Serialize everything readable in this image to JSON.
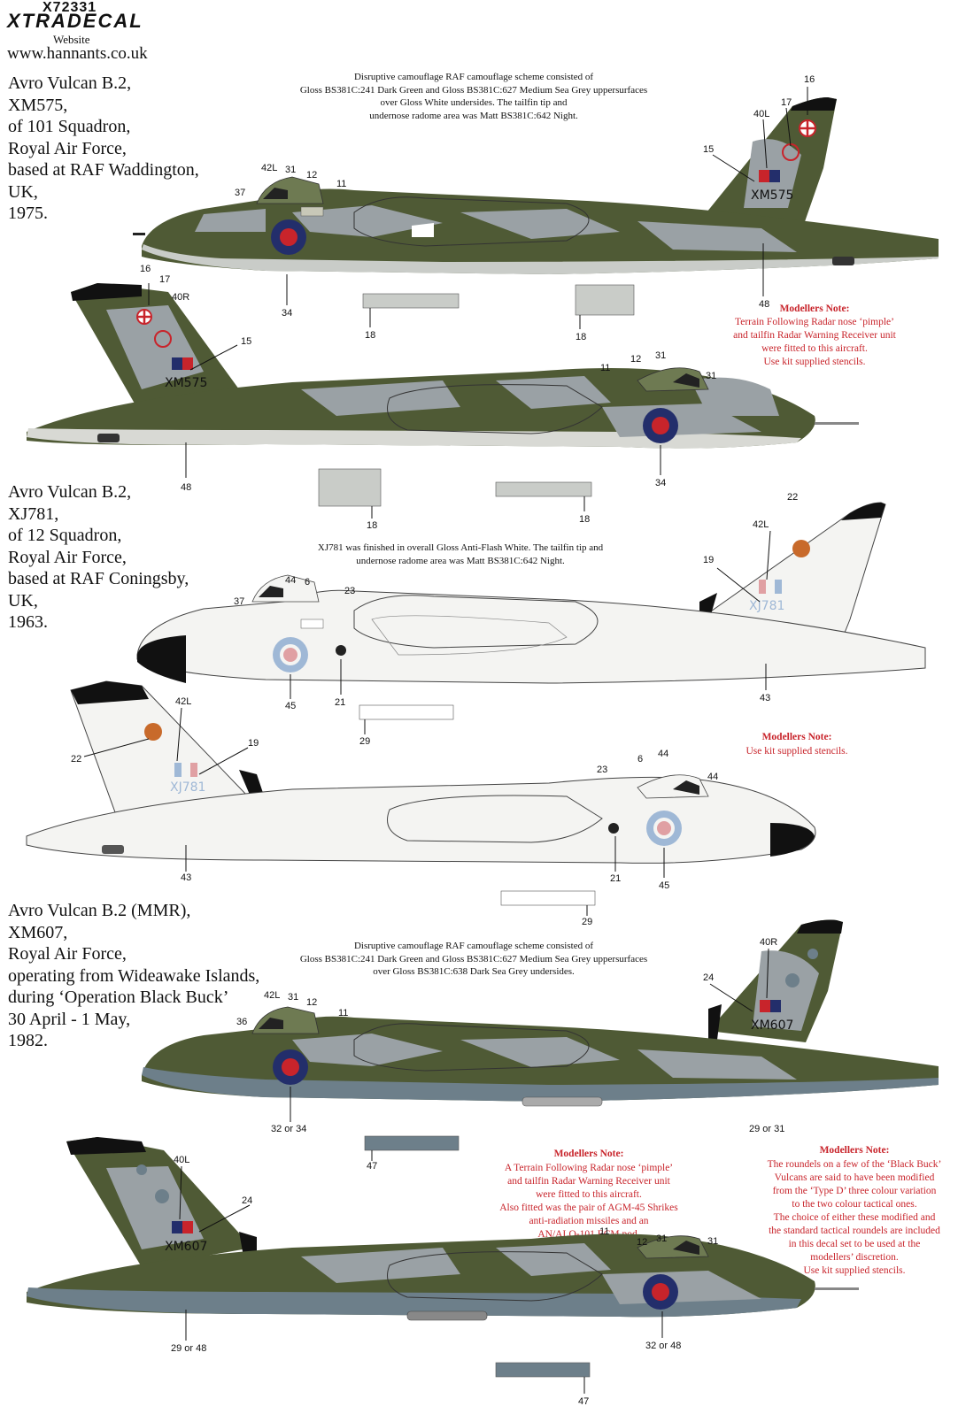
{
  "header": {
    "product_code": "X72331",
    "brand": "XTRADECAL",
    "website_label": "Website",
    "url": "www.hannants.co.uk"
  },
  "sections": [
    {
      "title": "Avro Vulcan B.2,\nXM575,\nof 101 Squadron,\nRoyal Air Force,\nbased at RAF Waddington,\nUK,\n1975.",
      "caption": "Disruptive camouflage RAF camouflage scheme consisted of\nGloss BS381C:241 Dark Green and Gloss BS381C:627 Medium Sea Grey uppersurfaces\nover Gloss White undersides. The tailfin tip and\nundernose radome area was Matt BS381C:642 Night.",
      "serial": "XM575",
      "note_title": "Modellers Note:",
      "note_body": "Terrain Following Radar nose ‘pimple’\nand tailfin Radar Warning Receiver unit\nwere fitted to this aircraft.\nUse kit supplied stencils."
    },
    {
      "title": "Avro Vulcan B.2,\nXJ781,\nof 12 Squadron,\nRoyal Air Force,\nbased at RAF Coningsby,\nUK,\n1963.",
      "caption": "XJ781 was finished in overall Gloss Anti-Flash White. The tailfin tip and\nundernose radome area was Matt BS381C:642 Night.",
      "serial": "XJ781",
      "note_title": "Modellers Note:",
      "note_body": "Use kit supplied stencils."
    },
    {
      "title": "Avro Vulcan B.2 (MMR),\nXM607,\nRoyal Air Force,\noperating from Wideawake Islands,\nduring ‘Operation Black Buck’\n30 April - 1 May,\n1982.",
      "caption": "Disruptive camouflage RAF camouflage scheme consisted of\nGloss BS381C:241 Dark Green and Gloss BS381C:627 Medium Sea Grey uppersurfaces\nover Gloss BS381C:638 Dark Sea Grey undersides.",
      "serial": "XM607",
      "note1_title": "Modellers Note:",
      "note1_body": "A Terrain Following Radar nose ‘pimple’\nand tailfin Radar Warning Receiver unit\nwere fitted to this aircraft.\nAlso fitted was the pair of AGM-45 Shrikes\nanti-radiation missiles and an\nAN/ALQ-101 ECM pod.",
      "note2_title": "Modellers Note:",
      "note2_body": "The roundels on a few of the ‘Black Buck’\nVulcans are said to have been modified\nfrom the ‘Type D’ three colour variation\nto the two colour tactical ones.\nThe choice of either these modified and\nthe standard tactical roundels are included\nin this decal set to be used at the\nmodellers’ discretion.\nUse kit supplied stencils."
    }
  ],
  "callouts": {
    "a1": [
      "16",
      "17",
      "40L",
      "15",
      "42L",
      "31",
      "12",
      "11",
      "37",
      "34",
      "48",
      "18",
      "18"
    ],
    "a2": [
      "16",
      "17",
      "40R",
      "15",
      "11",
      "12",
      "31",
      "31",
      "48",
      "34",
      "18",
      "18"
    ],
    "b1": [
      "22",
      "42L",
      "19",
      "44",
      "6",
      "23",
      "37",
      "45",
      "21",
      "43",
      "29"
    ],
    "b2": [
      "42L",
      "19",
      "22",
      "43",
      "23",
      "6",
      "44",
      "44",
      "21",
      "45",
      "29"
    ],
    "c1": [
      "40R",
      "24",
      "42L",
      "31",
      "12",
      "11",
      "36",
      "32 or 34",
      "29 or 31",
      "47"
    ],
    "c2": [
      "40L",
      "24",
      "11",
      "12",
      "31",
      "31",
      "29 or 48",
      "32 or 48",
      "47"
    ]
  },
  "colors": {
    "dark_green": "#4f5a35",
    "medium_sea_grey": "#9aa1a5",
    "dark_sea_grey": "#6d7f8a",
    "white": "#f4f4f2",
    "night": "#111111",
    "roundel_red": "#c8242b",
    "roundel_blue": "#232e6b",
    "note_red": "#c8242b"
  }
}
